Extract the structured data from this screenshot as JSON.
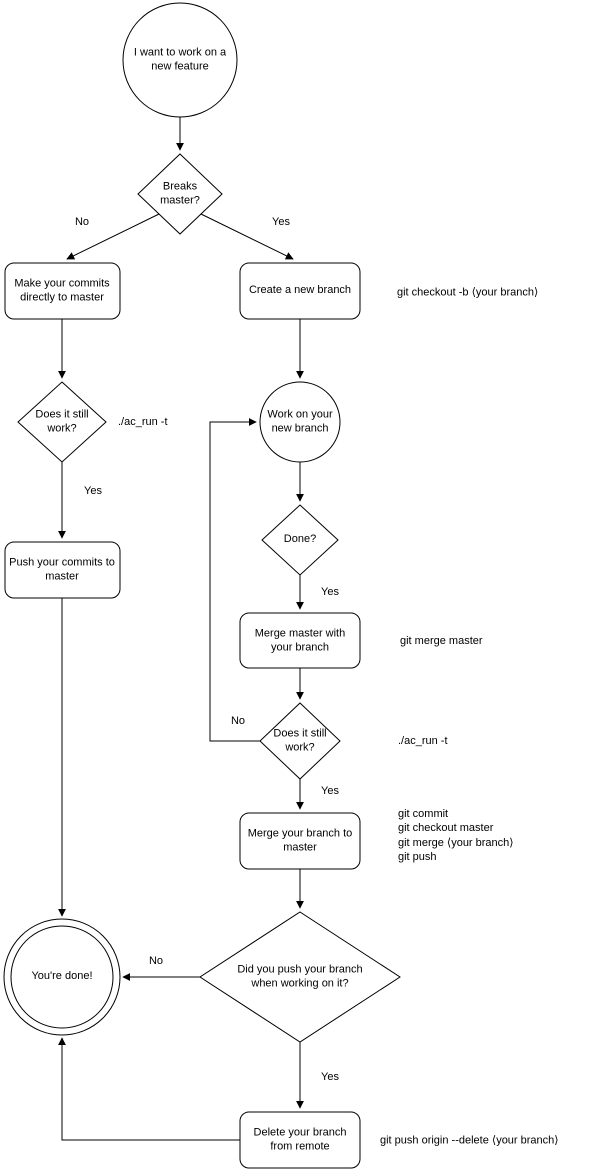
{
  "nodes": {
    "start": {
      "label": "I want to work on a new feature"
    },
    "breaks_master": {
      "label": "Breaks master?"
    },
    "commit_master": {
      "label": "Make your commits directly to master"
    },
    "create_branch": {
      "label": "Create a new branch"
    },
    "does_it_work_left": {
      "label": "Does it still work?"
    },
    "push_commits": {
      "label": "Push your commits to master"
    },
    "work_branch": {
      "label": "Work on your new branch"
    },
    "done_q": {
      "label": "Done?"
    },
    "merge_master": {
      "label": "Merge master with your branch"
    },
    "does_it_work_right": {
      "label": "Does it still work?"
    },
    "merge_branch": {
      "label": "Merge your branch to master"
    },
    "did_push": {
      "label": "Did you push your branch when working on it?"
    },
    "youre_done": {
      "label": "You're done!"
    },
    "delete_remote": {
      "label": "Delete your branch from remote"
    }
  },
  "edge_labels": {
    "no_breaks": "No",
    "yes_breaks": "Yes",
    "yes_left_work": "Yes",
    "yes_done": "Yes",
    "no_still_work": "No",
    "yes_still_work": "Yes",
    "no_did_push": "No",
    "yes_did_push": "Yes"
  },
  "annotations": {
    "checkout": "git checkout -b ⟨your branch⟩",
    "ac_run_left": "./ac_run -t",
    "merge_master_cmd": "git merge master",
    "ac_run_right": "./ac_run -t",
    "merge_cmds": [
      "git commit",
      "git checkout master",
      "git merge ⟨your branch⟩",
      "git push"
    ],
    "delete_cmd": "git push origin --delete ⟨your branch⟩"
  },
  "colors": {
    "stroke": "#000000",
    "fill": "#ffffff",
    "background": "#ffffff"
  }
}
